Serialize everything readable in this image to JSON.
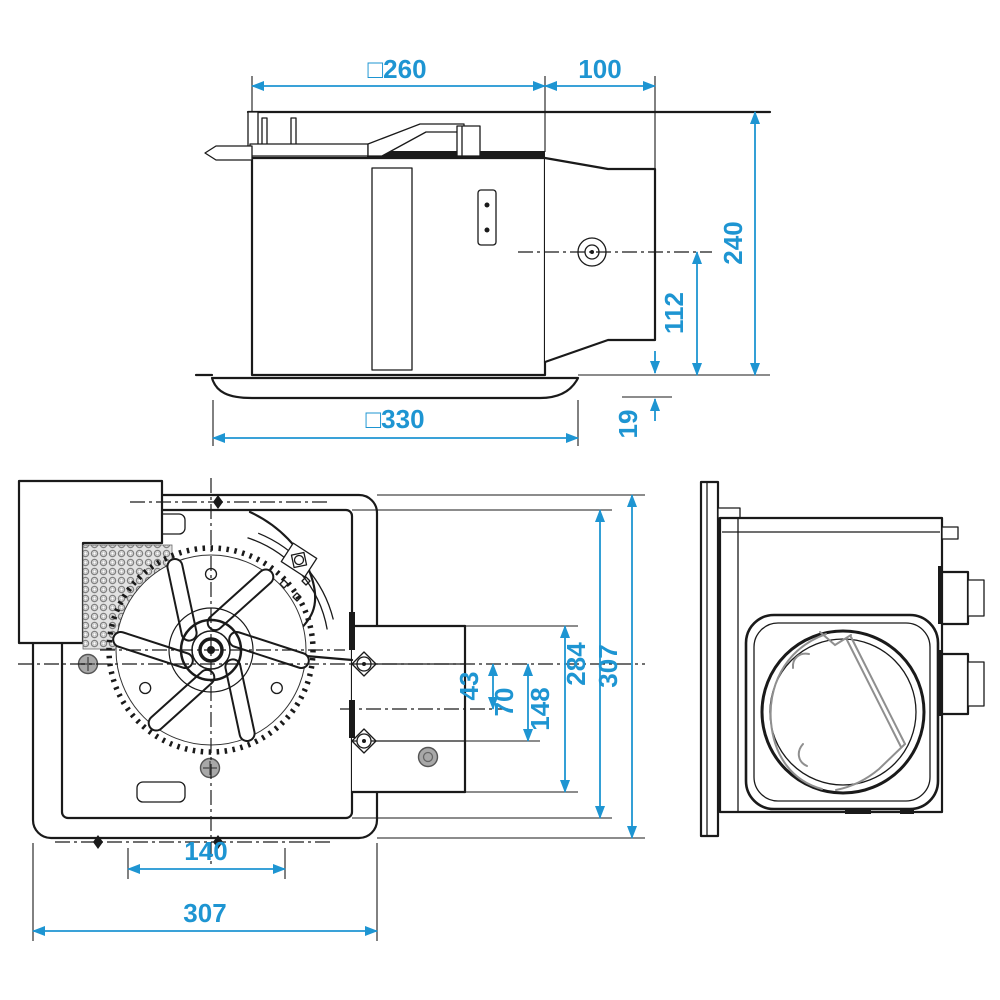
{
  "meta": {
    "type": "technical-dimension-drawing",
    "subject": "ceiling-mounted ventilation fan, three orthographic views",
    "units": "mm"
  },
  "colors": {
    "dimension_blue": "#1e95d2",
    "outline_black": "#1a1a1a",
    "screw_gray": "#a8a8a8",
    "grille_fill": "#e2e2e2"
  },
  "views": {
    "front": {
      "name": "front-elevation",
      "dims": {
        "body_width": "□260",
        "duct_length": "100",
        "overall_height": "240",
        "duct_center_height": "112",
        "panel_projection": "19",
        "panel_width": "□330"
      }
    },
    "plan": {
      "name": "plan-view",
      "dims": {
        "center_to_duct_axis": "43",
        "center_to_duct_edge": "70",
        "duct_section_depth": "148",
        "body_depth": "284",
        "overall_depth": "307",
        "mounting_pitch": "140",
        "overall_width": "307"
      }
    },
    "side": {
      "name": "side-view"
    }
  }
}
